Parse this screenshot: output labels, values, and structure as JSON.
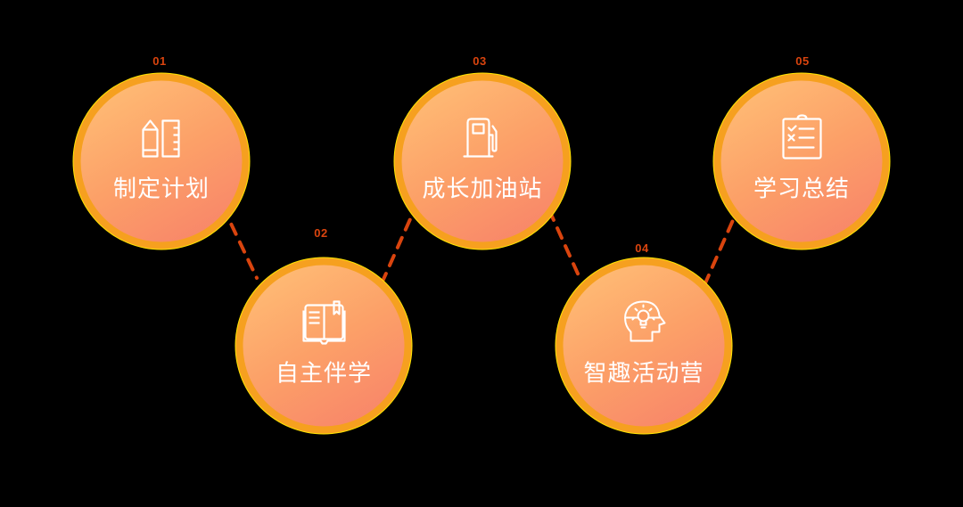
{
  "colors": {
    "background": "#000000",
    "ring": "#f6a01f",
    "ring_outline": "#ffe600",
    "gradient_start": "#ffc177",
    "gradient_end": "#f7806a",
    "connector": "#d9440e",
    "step_number": "#d9440e",
    "label": "#ffffff"
  },
  "steps": [
    {
      "number": "01",
      "label": "制定计划",
      "icon": "pencil-ruler-icon"
    },
    {
      "number": "02",
      "label": "自主伴学",
      "icon": "open-book-icon"
    },
    {
      "number": "03",
      "label": "成长加油站",
      "icon": "fuel-pump-icon"
    },
    {
      "number": "04",
      "label": "智趣活动营",
      "icon": "head-lightbulb-icon"
    },
    {
      "number": "05",
      "label": "学习总结",
      "icon": "checklist-clipboard-icon"
    }
  ]
}
